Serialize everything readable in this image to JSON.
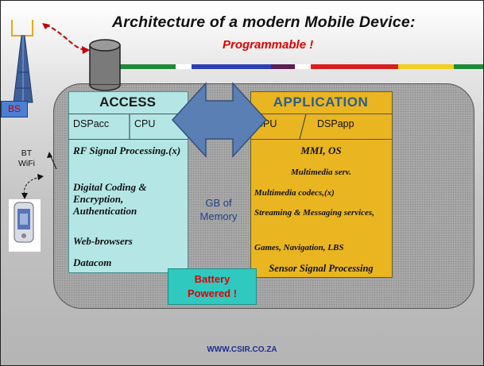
{
  "title": "Architecture of a modern   Mobile Device:",
  "subtitle": "Programmable !",
  "colors": {
    "accent_red": "#e00000",
    "access_bg": "#b4e6e6",
    "app_bg": "#e9b521",
    "arrow": "#5a7fb5",
    "bar": [
      "#d81e1e",
      "#1f8a3a",
      "#ffffff",
      "#2c3fb5",
      "#5c1f52",
      "#d81e1e",
      "#f0d020",
      "#1f8a3a"
    ]
  },
  "access": {
    "title": "ACCESS",
    "left_cell": "DSPacc",
    "right_cell": "CPU",
    "items": [
      "RF Signal Processing.(x)",
      "Digital Coding & Encryption, Authentication",
      "Web-browsers",
      "Datacom"
    ]
  },
  "application": {
    "title": "APPLICATION",
    "left_cell": "CPU",
    "right_cell": "DSPapp",
    "items": [
      "MMI, OS",
      "Multimedia serv.",
      "Multimedia codecs,(x)",
      "Streaming & Messaging services,",
      "Games, Navigation, LBS",
      "Sensor Signal Processing"
    ]
  },
  "memory": {
    "line1": "GB of",
    "line2": "Memory"
  },
  "battery": {
    "line1": "Battery",
    "line2": "Powered !"
  },
  "base_station": {
    "label": "BS"
  },
  "connectivity": {
    "line1": "BT",
    "line2": "WiFi"
  },
  "footer": "WWW.CSIR.CO.ZA"
}
